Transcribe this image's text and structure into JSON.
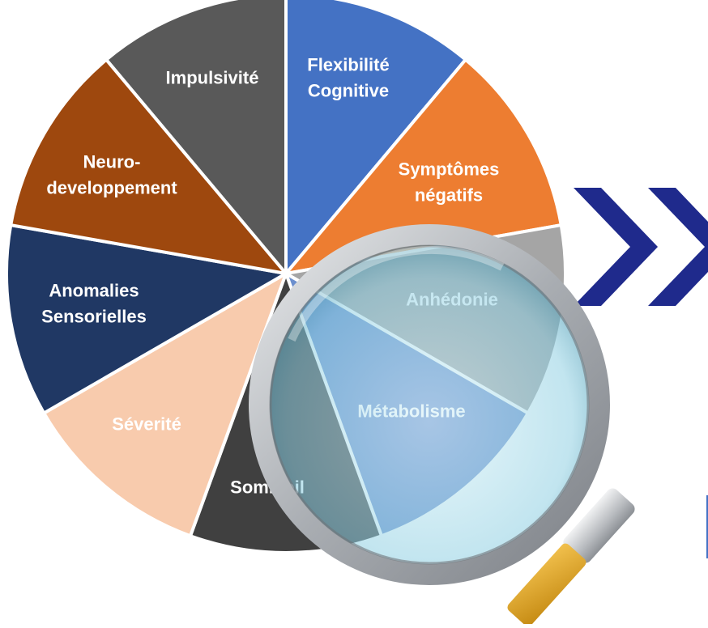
{
  "segments": [
    {
      "id": "flexibilite-cognitive",
      "lines": [
        "Flexibilité",
        "Cognitive"
      ],
      "color": "#4472c4",
      "text_color": "#ffffff"
    },
    {
      "id": "symptomes-negatifs",
      "lines": [
        "Symptômes",
        "négatifs"
      ],
      "color": "#ed7d31",
      "text_color": "#ffffff"
    },
    {
      "id": "anhedonie",
      "lines": [
        "Anhédonie"
      ],
      "color": "#a5a5a5",
      "text_color": "#ffffff"
    },
    {
      "id": "metabolisme",
      "lines": [
        "Métabolisme"
      ],
      "color": "#6c8fce",
      "text_color": "#ffffff"
    },
    {
      "id": "sommeil",
      "lines": [
        "Sommeil"
      ],
      "color": "#404040",
      "text_color": "#ffffff"
    },
    {
      "id": "severite",
      "lines": [
        "Séverité"
      ],
      "color": "#f8cbad",
      "text_color": "#ffffff"
    },
    {
      "id": "anomalies-sensorielles",
      "lines": [
        "Anomalies",
        "Sensorielles"
      ],
      "color": "#203864",
      "text_color": "#ffffff"
    },
    {
      "id": "neurodeveloppement",
      "lines": [
        "Neuro-",
        "developpement"
      ],
      "color": "#9e480e",
      "text_color": "#ffffff"
    },
    {
      "id": "impulsivite",
      "lines": [
        "Impulsivité"
      ],
      "color": "#595959",
      "text_color": "#ffffff"
    }
  ],
  "colors": {
    "chevron": "#1f2a8c",
    "magnifier_rim": "#b9bcc0",
    "magnifier_lens": "#9fd6e6",
    "magnifier_handle": "#c9cccf"
  },
  "icons": [
    "double-chevron-right-icon",
    "magnifying-glass-icon"
  ]
}
